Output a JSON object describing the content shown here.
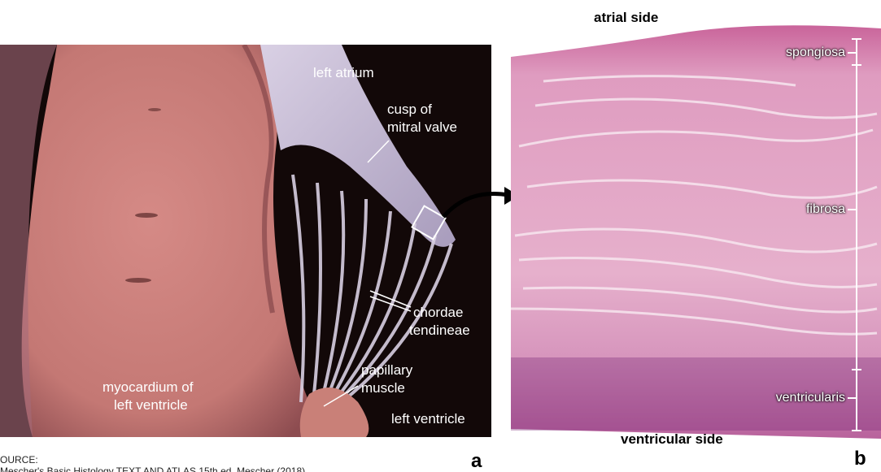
{
  "panel_a": {
    "labels": {
      "left_atrium": "left atrium",
      "cusp_line1": "cusp of",
      "cusp_line2": "mitral valve",
      "chordae_line1": "chordae",
      "chordae_line2": "tendineae",
      "papillary_line1": "papillary",
      "papillary_line2": "muscle",
      "myocardium_line1": "myocardium of",
      "myocardium_line2": "left ventricle",
      "left_ventricle": "left ventricle"
    },
    "letter": "a"
  },
  "panel_b": {
    "top_label": "atrial side",
    "bottom_label": "ventricular side",
    "layers": {
      "spongiosa": "spongiosa",
      "fibrosa": "fibrosa",
      "ventricularis": "ventricularis"
    },
    "letter": "b"
  },
  "source": {
    "label": "OURCE:",
    "citation": "Mescher's Basic Histology TEXT AND ATLAS 15th ed. Mescher (2018)"
  },
  "colors": {
    "tissue_pink": "#d98aa6",
    "tissue_light": "#ecbfd4",
    "myocardium": "#c9787a",
    "background_dark": "#0f0707"
  }
}
